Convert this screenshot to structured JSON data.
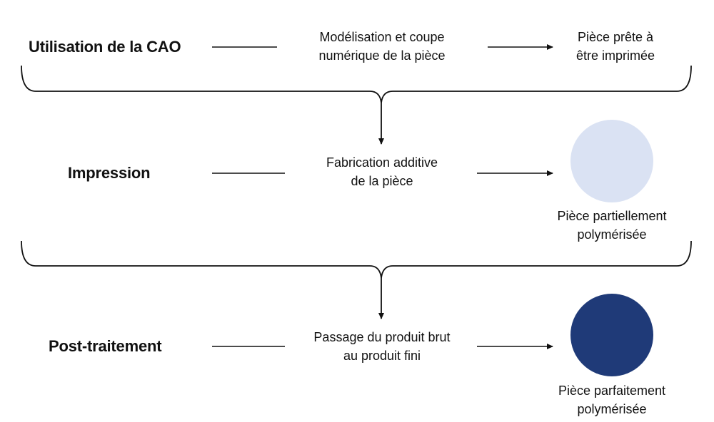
{
  "stages": [
    {
      "label": "Utilisation de la CAO",
      "process": [
        "Modélisation et coupe",
        "numérique de la pièce"
      ],
      "result": [
        "Pièce prête à",
        "être imprimée"
      ]
    },
    {
      "label": "Impression",
      "process": [
        "Fabrication additive",
        "de la pièce"
      ],
      "result": [
        "Pièce partiellement",
        "polymérisée"
      ],
      "result_color": "#dae2f3"
    },
    {
      "label": "Post-traitement",
      "process": [
        "Passage du produit brut",
        "au produit fini"
      ],
      "result": [
        "Pièce parfaitement",
        "polymérisée"
      ],
      "result_color": "#1f3a78"
    }
  ],
  "colors": {
    "line": "#111111",
    "light_circle": "#dae2f3",
    "dark_circle": "#1f3a78"
  }
}
